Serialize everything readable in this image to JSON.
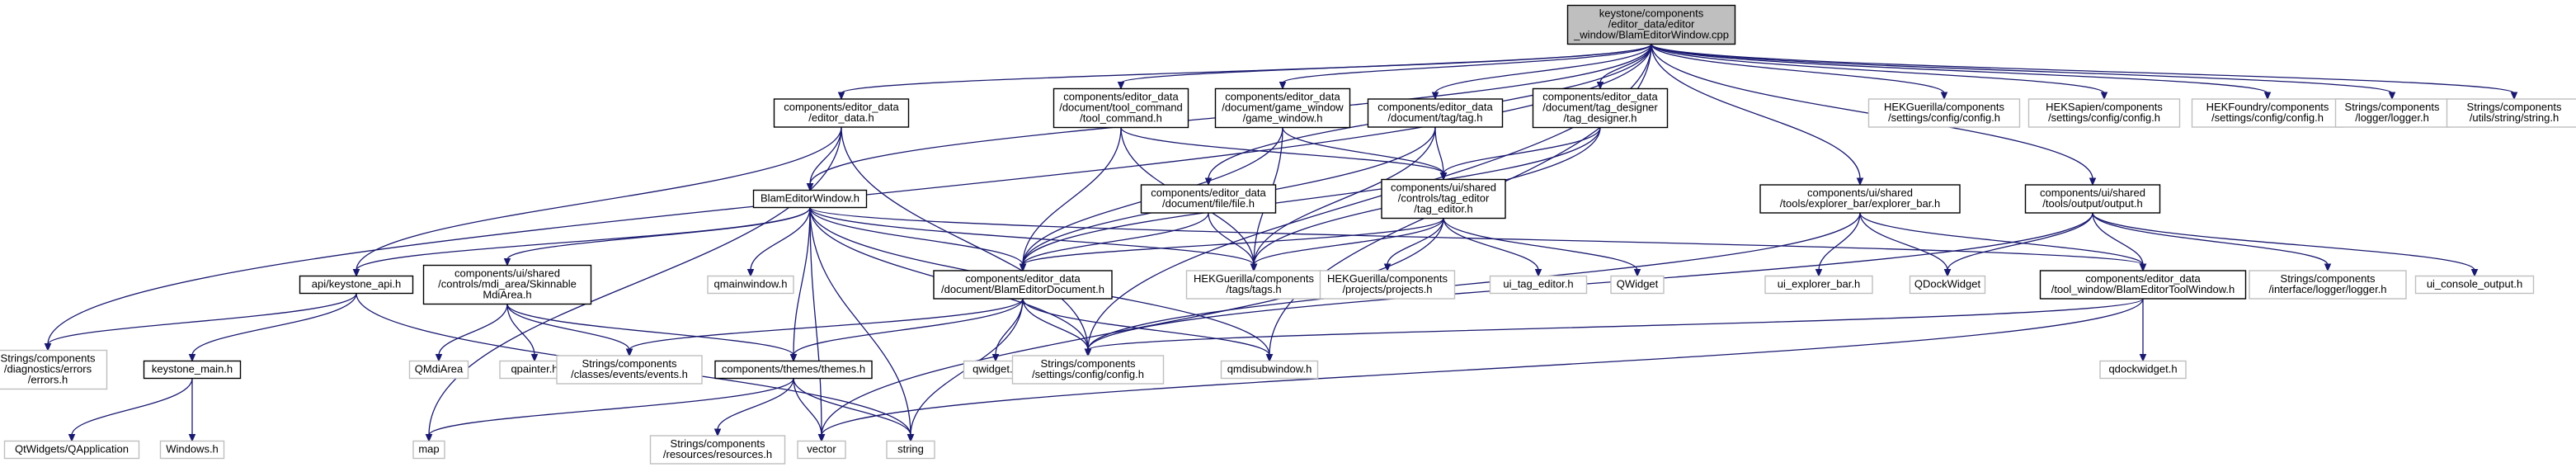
{
  "diagram": {
    "nodes": [
      {
        "id": "root",
        "kind": "focus",
        "lines": [
          "keystone/components",
          "/editor_data/editor",
          "_window/BlamEditorWindow.cpp"
        ]
      },
      {
        "id": "editor_data_h",
        "kind": "documented",
        "lines": [
          "components/editor_data",
          "/editor_data.h"
        ]
      },
      {
        "id": "tool_command_h",
        "kind": "documented",
        "lines": [
          "components/editor_data",
          "/document/tool_command",
          "/tool_command.h"
        ]
      },
      {
        "id": "game_window_h",
        "kind": "documented",
        "lines": [
          "components/editor_data",
          "/document/game_window",
          "/game_window.h"
        ]
      },
      {
        "id": "tag_h",
        "kind": "documented",
        "lines": [
          "components/editor_data",
          "/document/tag/tag.h"
        ]
      },
      {
        "id": "tag_designer_h",
        "kind": "documented",
        "lines": [
          "components/editor_data",
          "/document/tag_designer",
          "/tag_designer.h"
        ]
      },
      {
        "id": "hek_guerilla_config",
        "kind": "external",
        "lines": [
          "HEKGuerilla/components",
          "/settings/config/config.h"
        ]
      },
      {
        "id": "hek_sapien_config",
        "kind": "external",
        "lines": [
          "HEKSapien/components",
          "/settings/config/config.h"
        ]
      },
      {
        "id": "hek_foundry_config",
        "kind": "external",
        "lines": [
          "HEKFoundry/components",
          "/settings/config/config.h"
        ]
      },
      {
        "id": "logger_h",
        "kind": "external",
        "lines": [
          "Strings/components",
          "/logger/logger.h"
        ]
      },
      {
        "id": "utils_string_h",
        "kind": "external",
        "lines": [
          "Strings/components",
          "/utils/string/string.h"
        ]
      },
      {
        "id": "blam_editor_window_h",
        "kind": "documented",
        "lines": [
          "BlamEditorWindow.h"
        ]
      },
      {
        "id": "file_h",
        "kind": "documented",
        "lines": [
          "components/editor_data",
          "/document/file/file.h"
        ]
      },
      {
        "id": "tag_editor_h",
        "kind": "documented",
        "lines": [
          "components/ui/shared",
          "/controls/tag_editor",
          "/tag_editor.h"
        ]
      },
      {
        "id": "explorer_bar_h",
        "kind": "documented",
        "lines": [
          "components/ui/shared",
          "/tools/explorer_bar/explorer_bar.h"
        ]
      },
      {
        "id": "output_h",
        "kind": "documented",
        "lines": [
          "components/ui/shared",
          "/tools/output/output.h"
        ]
      },
      {
        "id": "keystone_api_h",
        "kind": "documented",
        "lines": [
          "api/keystone_api.h"
        ]
      },
      {
        "id": "skinnable_mdi_h",
        "kind": "documented",
        "lines": [
          "components/ui/shared",
          "/controls/mdi_area/Skinnable",
          "MdiArea.h"
        ]
      },
      {
        "id": "qmainwindow_h",
        "kind": "external",
        "lines": [
          "qmainwindow.h"
        ]
      },
      {
        "id": "blam_editor_document_h",
        "kind": "documented",
        "lines": [
          "components/editor_data",
          "/document/BlamEditorDocument.h"
        ]
      },
      {
        "id": "hek_tags_h",
        "kind": "external",
        "lines": [
          "HEKGuerilla/components",
          "/tags/tags.h"
        ]
      },
      {
        "id": "hek_projects_h",
        "kind": "external",
        "lines": [
          "HEKGuerilla/components",
          "/projects/projects.h"
        ]
      },
      {
        "id": "ui_tag_editor_h",
        "kind": "external",
        "lines": [
          "ui_tag_editor.h"
        ]
      },
      {
        "id": "qwidget_cap",
        "kind": "external",
        "lines": [
          "QWidget"
        ]
      },
      {
        "id": "ui_explorer_bar_h",
        "kind": "external",
        "lines": [
          "ui_explorer_bar.h"
        ]
      },
      {
        "id": "qdockwidget_cap",
        "kind": "external",
        "lines": [
          "QDockWidget"
        ]
      },
      {
        "id": "tool_window_h",
        "kind": "documented",
        "lines": [
          "components/editor_data",
          "/tool_window/BlamEditorToolWindow.h"
        ]
      },
      {
        "id": "interface_logger_h",
        "kind": "external",
        "lines": [
          "Strings/components",
          "/interface/logger/logger.h"
        ]
      },
      {
        "id": "ui_console_output_h",
        "kind": "external",
        "lines": [
          "ui_console_output.h"
        ]
      },
      {
        "id": "errors_h",
        "kind": "external",
        "lines": [
          "Strings/components",
          "/diagnostics/errors",
          "/errors.h"
        ]
      },
      {
        "id": "keystone_main_h",
        "kind": "documented",
        "lines": [
          "keystone_main.h"
        ]
      },
      {
        "id": "qmdiarea",
        "kind": "external",
        "lines": [
          "QMdiArea"
        ]
      },
      {
        "id": "qpainter_h",
        "kind": "external",
        "lines": [
          "qpainter.h"
        ]
      },
      {
        "id": "events_h",
        "kind": "external",
        "lines": [
          "Strings/components",
          "/classes/events/events.h"
        ]
      },
      {
        "id": "themes_h",
        "kind": "documented",
        "lines": [
          "components/themes/themes.h"
        ]
      },
      {
        "id": "qwidget_h",
        "kind": "external",
        "lines": [
          "qwidget.h"
        ]
      },
      {
        "id": "settings_config_h",
        "kind": "external",
        "lines": [
          "Strings/components",
          "/settings/config/config.h"
        ]
      },
      {
        "id": "qmdisubwindow_h",
        "kind": "external",
        "lines": [
          "qmdisubwindow.h"
        ]
      },
      {
        "id": "qdockwidget_h",
        "kind": "external",
        "lines": [
          "qdockwidget.h"
        ]
      },
      {
        "id": "qapplication",
        "kind": "external",
        "lines": [
          "QtWidgets/QApplication"
        ]
      },
      {
        "id": "windows_h",
        "kind": "external",
        "lines": [
          "Windows.h"
        ]
      },
      {
        "id": "map",
        "kind": "external",
        "lines": [
          "map"
        ]
      },
      {
        "id": "resources_h",
        "kind": "external",
        "lines": [
          "Strings/components",
          "/resources/resources.h"
        ]
      },
      {
        "id": "vector",
        "kind": "external",
        "lines": [
          "vector"
        ]
      },
      {
        "id": "string",
        "kind": "external",
        "lines": [
          "string"
        ]
      }
    ],
    "edges": [
      [
        "root",
        "editor_data_h"
      ],
      [
        "root",
        "tool_command_h"
      ],
      [
        "root",
        "game_window_h"
      ],
      [
        "root",
        "tag_h"
      ],
      [
        "root",
        "tag_designer_h"
      ],
      [
        "root",
        "hek_guerilla_config"
      ],
      [
        "root",
        "hek_sapien_config"
      ],
      [
        "root",
        "hek_foundry_config"
      ],
      [
        "root",
        "logger_h"
      ],
      [
        "root",
        "utils_string_h"
      ],
      [
        "root",
        "blam_editor_window_h"
      ],
      [
        "root",
        "file_h"
      ],
      [
        "root",
        "explorer_bar_h"
      ],
      [
        "root",
        "output_h"
      ],
      [
        "root",
        "errors_h"
      ],
      [
        "root",
        "qmdisubwindow_h"
      ],
      [
        "root",
        "settings_config_h"
      ],
      [
        "editor_data_h",
        "blam_editor_window_h"
      ],
      [
        "editor_data_h",
        "keystone_api_h"
      ],
      [
        "editor_data_h",
        "settings_config_h"
      ],
      [
        "editor_data_h",
        "map"
      ],
      [
        "tool_command_h",
        "tag_editor_h"
      ],
      [
        "tool_command_h",
        "blam_editor_document_h"
      ],
      [
        "tool_command_h",
        "hek_tags_h"
      ],
      [
        "game_window_h",
        "tag_editor_h"
      ],
      [
        "game_window_h",
        "blam_editor_document_h"
      ],
      [
        "game_window_h",
        "hek_tags_h"
      ],
      [
        "tag_h",
        "tag_editor_h"
      ],
      [
        "tag_h",
        "blam_editor_document_h"
      ],
      [
        "tag_h",
        "hek_tags_h"
      ],
      [
        "tag_designer_h",
        "tag_editor_h"
      ],
      [
        "tag_designer_h",
        "blam_editor_document_h"
      ],
      [
        "tag_designer_h",
        "hek_tags_h"
      ],
      [
        "blam_editor_window_h",
        "keystone_api_h"
      ],
      [
        "blam_editor_window_h",
        "skinnable_mdi_h"
      ],
      [
        "blam_editor_window_h",
        "qmainwindow_h"
      ],
      [
        "blam_editor_window_h",
        "blam_editor_document_h"
      ],
      [
        "blam_editor_window_h",
        "tool_window_h"
      ],
      [
        "blam_editor_window_h",
        "themes_h"
      ],
      [
        "blam_editor_window_h",
        "settings_config_h"
      ],
      [
        "blam_editor_window_h",
        "string"
      ],
      [
        "blam_editor_window_h",
        "vector"
      ],
      [
        "blam_editor_window_h",
        "hek_tags_h"
      ],
      [
        "blam_editor_window_h",
        "qmdisubwindow_h"
      ],
      [
        "file_h",
        "blam_editor_document_h"
      ],
      [
        "file_h",
        "hek_tags_h"
      ],
      [
        "tag_editor_h",
        "blam_editor_document_h"
      ],
      [
        "tag_editor_h",
        "hek_tags_h"
      ],
      [
        "tag_editor_h",
        "hek_projects_h"
      ],
      [
        "tag_editor_h",
        "ui_tag_editor_h"
      ],
      [
        "tag_editor_h",
        "qwidget_cap"
      ],
      [
        "tag_editor_h",
        "vector"
      ],
      [
        "explorer_bar_h",
        "ui_explorer_bar_h"
      ],
      [
        "explorer_bar_h",
        "qdockwidget_cap"
      ],
      [
        "explorer_bar_h",
        "tool_window_h"
      ],
      [
        "explorer_bar_h",
        "settings_config_h"
      ],
      [
        "output_h",
        "qdockwidget_cap"
      ],
      [
        "output_h",
        "tool_window_h"
      ],
      [
        "output_h",
        "interface_logger_h"
      ],
      [
        "output_h",
        "ui_console_output_h"
      ],
      [
        "output_h",
        "settings_config_h"
      ],
      [
        "keystone_api_h",
        "errors_h"
      ],
      [
        "keystone_api_h",
        "keystone_main_h"
      ],
      [
        "keystone_api_h",
        "string"
      ],
      [
        "skinnable_mdi_h",
        "qmdiarea"
      ],
      [
        "skinnable_mdi_h",
        "qpainter_h"
      ],
      [
        "skinnable_mdi_h",
        "events_h"
      ],
      [
        "skinnable_mdi_h",
        "themes_h"
      ],
      [
        "blam_editor_document_h",
        "themes_h"
      ],
      [
        "blam_editor_document_h",
        "events_h"
      ],
      [
        "blam_editor_document_h",
        "qwidget_h"
      ],
      [
        "blam_editor_document_h",
        "settings_config_h"
      ],
      [
        "blam_editor_document_h",
        "qmdisubwindow_h"
      ],
      [
        "blam_editor_document_h",
        "string"
      ],
      [
        "tool_window_h",
        "qdockwidget_h"
      ],
      [
        "tool_window_h",
        "settings_config_h"
      ],
      [
        "tool_window_h",
        "vector"
      ],
      [
        "keystone_main_h",
        "qapplication"
      ],
      [
        "keystone_main_h",
        "windows_h"
      ],
      [
        "themes_h",
        "map"
      ],
      [
        "themes_h",
        "resources_h"
      ],
      [
        "themes_h",
        "vector"
      ],
      [
        "themes_h",
        "string"
      ]
    ]
  }
}
